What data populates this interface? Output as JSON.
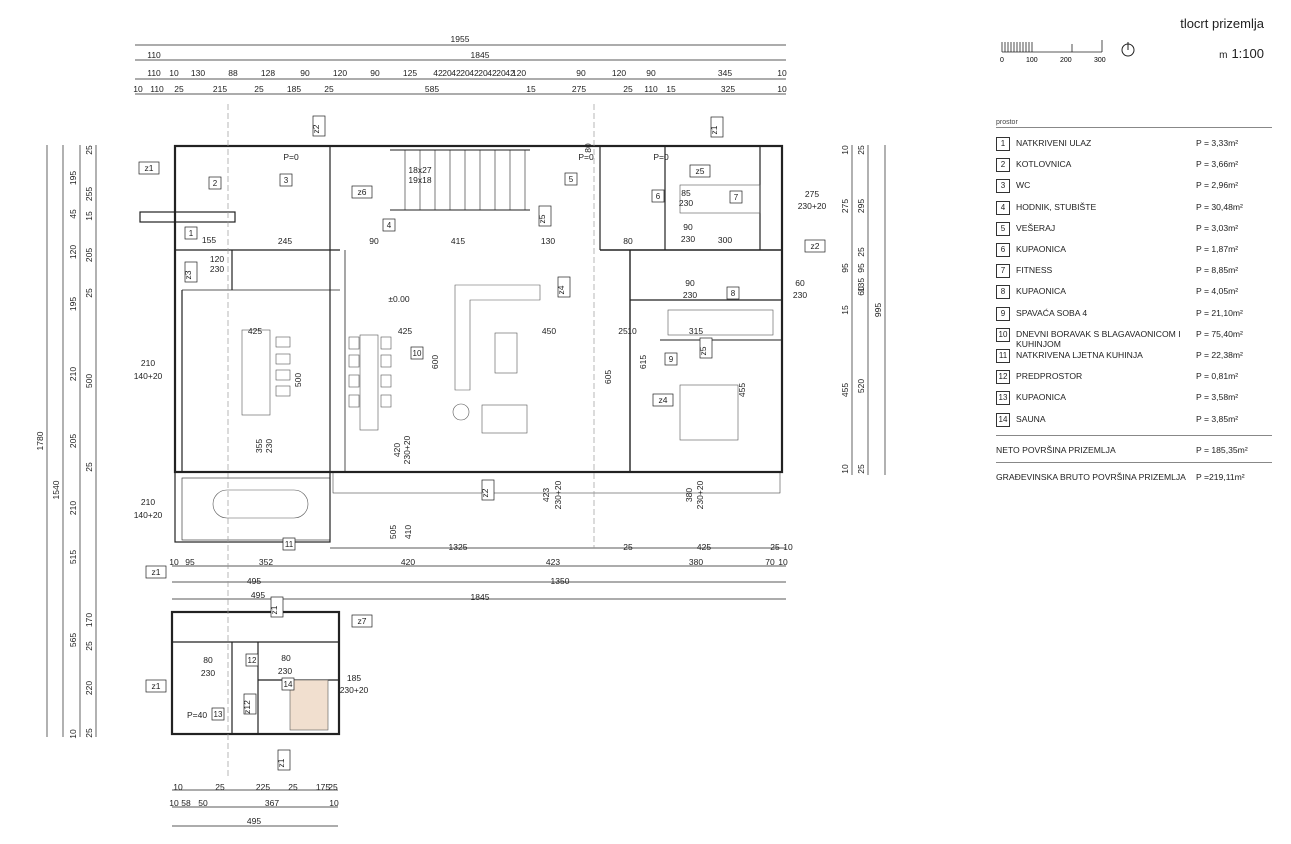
{
  "header": {
    "title": "tlocrt prizemlja",
    "scale_unit": "m",
    "scale": "1:100",
    "scale_ticks": [
      "0",
      "100",
      "200",
      "300"
    ]
  },
  "legend": {
    "heading": "prostor",
    "rooms": [
      {
        "num": "1",
        "name": "NATKRIVENI ULAZ",
        "area": "P = 3,33m²"
      },
      {
        "num": "2",
        "name": "KOTLOVNICA",
        "area": "P = 3,66m²"
      },
      {
        "num": "3",
        "name": "WC",
        "area": "P = 2,96m²"
      },
      {
        "num": "4",
        "name": "HODNIK, STUBIŠTE",
        "area": "P = 30,48m²"
      },
      {
        "num": "5",
        "name": "VEŠERAJ",
        "area": "P = 3,03m²"
      },
      {
        "num": "6",
        "name": "KUPAONICA",
        "area": "P = 1,87m²"
      },
      {
        "num": "7",
        "name": "FITNESS",
        "area": "P = 8,85m²"
      },
      {
        "num": "8",
        "name": "KUPAONICA",
        "area": "P = 4,05m²"
      },
      {
        "num": "9",
        "name": "SPAVAĆA SOBA 4",
        "area": "P = 21,10m²"
      },
      {
        "num": "10",
        "name": "DNEVNI BORAVAK S BLAGAVAONICOM I KUHINJOM",
        "area": "P = 75,40m²"
      },
      {
        "num": "11",
        "name": "NATKRIVENA LJETNA KUHINJA",
        "area": "P = 22,38m²"
      },
      {
        "num": "12",
        "name": "PREDPROSTOR",
        "area": "P = 0,81m²"
      },
      {
        "num": "13",
        "name": "KUPAONICA",
        "area": "P = 3,58m²"
      },
      {
        "num": "14",
        "name": "SAUNA",
        "area": "P = 3,85m²"
      }
    ],
    "neto_label": "NETO POVRŠINA PRIZEMLJA",
    "neto_value": "P = 185,35m²",
    "bruto_label": "GRAĐEVINSKA BRUTO POVRŠINA PRIZEMLJA",
    "bruto_value": "P =219,11m²"
  },
  "plan": {
    "top_total": "1955",
    "top_row2": [
      "110",
      "1845"
    ],
    "top_row3": [
      "110",
      "10",
      "130",
      "88",
      "128",
      "90",
      "120",
      "90",
      "125",
      "42",
      "20",
      "42",
      "20",
      "42",
      "20",
      "42",
      "20",
      "42",
      "120",
      "90",
      "120",
      "90",
      "345",
      "10"
    ],
    "top_row4": [
      "10",
      "110",
      "25",
      "215",
      "25",
      "185",
      "25",
      "585",
      "15",
      "275",
      "25",
      "110",
      "15",
      "325",
      "10"
    ],
    "left_total_1": "1780",
    "left_total_2": "1540",
    "left_col_a": [
      "195",
      "45",
      "120",
      "195",
      "210",
      "205",
      "210",
      "515",
      "565",
      "10"
    ],
    "left_col_b": [
      "25",
      "255",
      "15",
      "205",
      "25",
      "500",
      "25",
      "170",
      "25",
      "220",
      "25"
    ],
    "right_col_a": [
      "995"
    ],
    "right_col_b": [
      "25",
      "295",
      "25",
      "95",
      "135",
      "60",
      "520",
      "25"
    ],
    "right_col_c": [
      "10",
      "275",
      "95",
      "15",
      "455",
      "10"
    ],
    "bottom_row1": [
      "10",
      "95",
      "352",
      "420",
      "423",
      "380",
      "70",
      "10"
    ],
    "bottom_row2": [
      "495",
      "1350"
    ],
    "bottom_row3": [
      "1845"
    ],
    "bottom_row_mid": [
      "1325",
      "25",
      "425",
      "25",
      "10"
    ],
    "annex_row1": [
      "10",
      "25",
      "225",
      "25",
      "175",
      "25",
      "10"
    ],
    "annex_row2": [
      "10",
      "58",
      "50",
      "367",
      "10"
    ],
    "annex_row3": [
      "495"
    ],
    "room_numbers": [
      "1",
      "2",
      "3",
      "4",
      "5",
      "6",
      "7",
      "8",
      "9",
      "10",
      "11",
      "12",
      "13",
      "14"
    ],
    "tags": [
      "z1",
      "z2",
      "z3",
      "z4",
      "z5",
      "z6",
      "z7",
      "z12"
    ],
    "inner_dims": [
      "425",
      "425",
      "450",
      "25",
      "10",
      "315",
      "355",
      "230",
      "420",
      "230+20",
      "423",
      "230+20",
      "380",
      "230+20",
      "210",
      "140+20",
      "210",
      "140+20",
      "120",
      "230",
      "90",
      "230",
      "85",
      "230",
      "275",
      "230+20",
      "60",
      "230",
      "90",
      "230",
      "505",
      "410",
      "495",
      "500",
      "600",
      "605",
      "615",
      "455",
      "185",
      "230+20",
      "80",
      "230",
      "80",
      "230",
      "P=0",
      "P=0",
      "P=0",
      "P=40",
      "±0.00",
      "18x27",
      "19x18",
      "300",
      "245",
      "155",
      "80",
      "90",
      "415",
      "130",
      "80",
      "25"
    ]
  }
}
